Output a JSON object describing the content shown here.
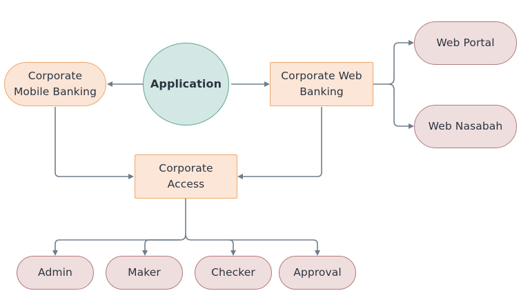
{
  "nodes": {
    "application": "Application",
    "corporate_mobile_banking": [
      "Corporate",
      "Mobile Banking"
    ],
    "corporate_web_banking": [
      "Corporate Web",
      "Banking"
    ],
    "web_portal": "Web Portal",
    "web_nasabah": "Web Nasabah",
    "corporate_access": [
      "Corporate",
      "Access"
    ],
    "roles": [
      "Admin",
      "Maker",
      "Checker",
      "Approval"
    ]
  },
  "colors": {
    "connector": "#6f7d8a",
    "orange_fill": "#fce6d7",
    "orange_border": "#f0a66a",
    "pink_fill": "#efdede",
    "pink_border": "#b07a7c",
    "teal_fill": "#d3e8e4",
    "teal_border": "#5fa392"
  }
}
